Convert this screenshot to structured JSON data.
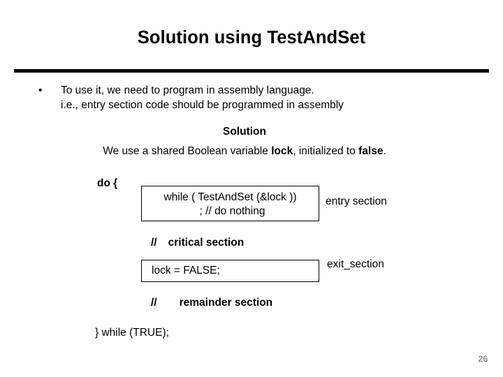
{
  "slide": {
    "title": "Solution using TestAndSet",
    "page_number": "26",
    "bullet": {
      "marker": "•",
      "line1": "To use it, we need to program in assembly language.",
      "line2": "i.e., entry section code should be programmed in assembly"
    },
    "solution_heading": "Solution",
    "shared_variable_line": {
      "part1": "We use a shared Boolean variable ",
      "bold1": "lock",
      "part2": ", initialized to ",
      "bold2": "false",
      "part3": "."
    },
    "code": {
      "do_open": "do {",
      "entry_box": {
        "line1": "while ( TestAndSet (&lock ))",
        "line2": ";   // do nothing"
      },
      "entry_label": "entry section",
      "critical_comment": {
        "slashes": "//",
        "text": "critical section"
      },
      "exit_box": {
        "line1": "lock = FALSE;"
      },
      "exit_label": "exit_section",
      "remainder_comment": {
        "slashes": "//",
        "text": "remainder section"
      },
      "while_close": "} while (TRUE);"
    }
  },
  "colors": {
    "background": "#ffffff",
    "text": "#000000",
    "rule": "#000000",
    "page_number": "#5a5a5a"
  }
}
